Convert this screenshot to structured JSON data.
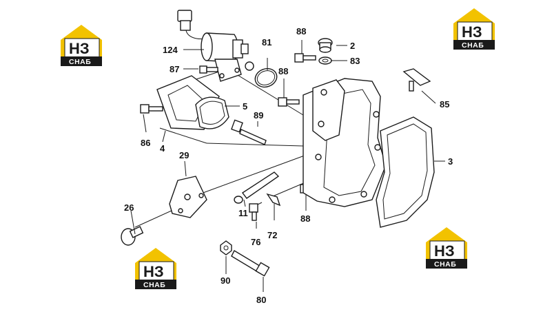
{
  "diagram": {
    "callouts": {
      "c2": "2",
      "c3": "3",
      "c4": "4",
      "c5": "5",
      "c11": "11",
      "c26": "26",
      "c29": "29",
      "c72": "72",
      "c76": "76",
      "c80": "80",
      "c81": "81",
      "c83": "83",
      "c85": "85",
      "c86": "86",
      "c87": "87",
      "c88a": "88",
      "c88b": "88",
      "c88c": "88",
      "c89": "89",
      "c90": "90",
      "c124": "124"
    }
  },
  "watermark": {
    "letters": "НЗ",
    "caption": "СНАБ",
    "colors": {
      "yellow": "#f2c200",
      "black": "#1a1a1a",
      "white": "#ffffff"
    }
  },
  "colors": {
    "line": "#1a1a1a",
    "background": "#ffffff"
  }
}
